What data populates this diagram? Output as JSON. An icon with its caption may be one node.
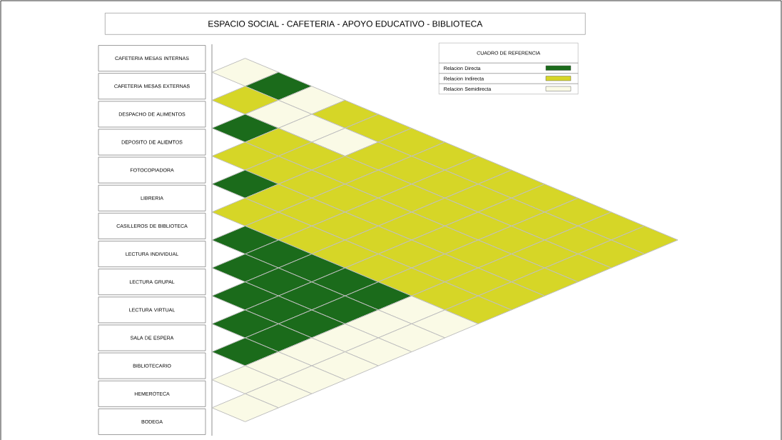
{
  "diagram": {
    "title": "ESPACIO SOCIAL - CAFETERIA - APOYO EDUCATIVO - BIBLIOTECA",
    "nodes": [
      {
        "text": [
          "CAFETERIA MESAS INTERNAS"
        ]
      },
      {
        "text": [
          "CAFETERIA MESAS EXTERNAS"
        ]
      },
      {
        "text": [
          "DESPACHO DE ALIMENTOS"
        ]
      },
      {
        "text": [
          "DEPOSITO DE ALIEMTOS"
        ]
      },
      {
        "text": [
          "FOTOCOPIADORA"
        ]
      },
      {
        "text": [
          "LIBRERIA"
        ]
      },
      {
        "text": [
          "CASILLEROS DE BIBLIOTECA"
        ]
      },
      {
        "text": [
          "LECTURA INDIVIDUAL"
        ]
      },
      {
        "text": [
          "LECTURA GRUPAL"
        ]
      },
      {
        "text": [
          "LECTURA VIRTUAL"
        ]
      },
      {
        "text": [
          "SALA DE ESPERA"
        ]
      },
      {
        "text": [
          "BIBLIOTECARIO"
        ]
      },
      {
        "text": [
          "HEMEROTECA"
        ]
      },
      {
        "text": [
          "BODEGA"
        ]
      }
    ],
    "labels": [
      "CUADRO DE REFERENCIA"
    ],
    "legend": [
      {
        "text": "Relacion Directa",
        "color": "#1b6b1b"
      },
      {
        "text": "Relacion Indirecta",
        "color": "#d6d627"
      },
      {
        "text": "Relacion Semidirecta",
        "color": "#fafae6"
      }
    ]
  }
}
